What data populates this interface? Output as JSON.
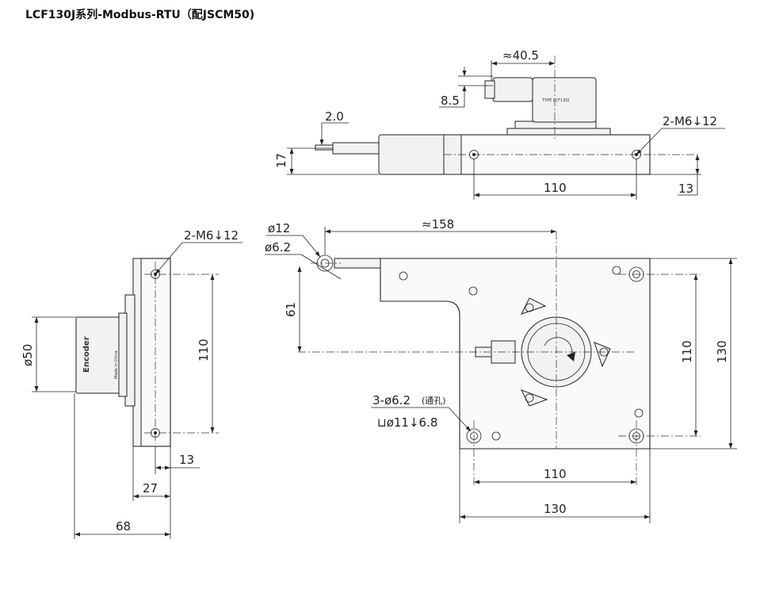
{
  "title": "LCF130J系列-Modbus-RTU（配JSCM50)",
  "top_view": {
    "dim_width_approx": "≈40.5",
    "dim_offset": "8.5",
    "dim_wire": "2.0",
    "dim_height": "17",
    "dim_hole_spacing": "110",
    "dim_edge": "13",
    "thread_callout": "2-M6↓12"
  },
  "side_view": {
    "thread_callout": "2-M6↓12",
    "dim_diameter": "ø50",
    "dim_hole_spacing": "110",
    "dim_13": "13",
    "dim_27": "27",
    "dim_68": "68",
    "encoder_text": "Encoder",
    "made_in": "Made in China"
  },
  "main_view": {
    "dim_ring_outer": "ø12",
    "dim_ring_inner": "ø6.2",
    "dim_length_approx": "≈158",
    "dim_61": "61",
    "dim_110_vertical": "110",
    "dim_130_vertical": "130",
    "dim_110_horizontal": "110",
    "dim_130_horizontal": "130",
    "hole_callout": "3-ø6.2",
    "hole_callout_note": "(通孔)",
    "counterbore_callout": "⊔ø11↓6.8"
  }
}
